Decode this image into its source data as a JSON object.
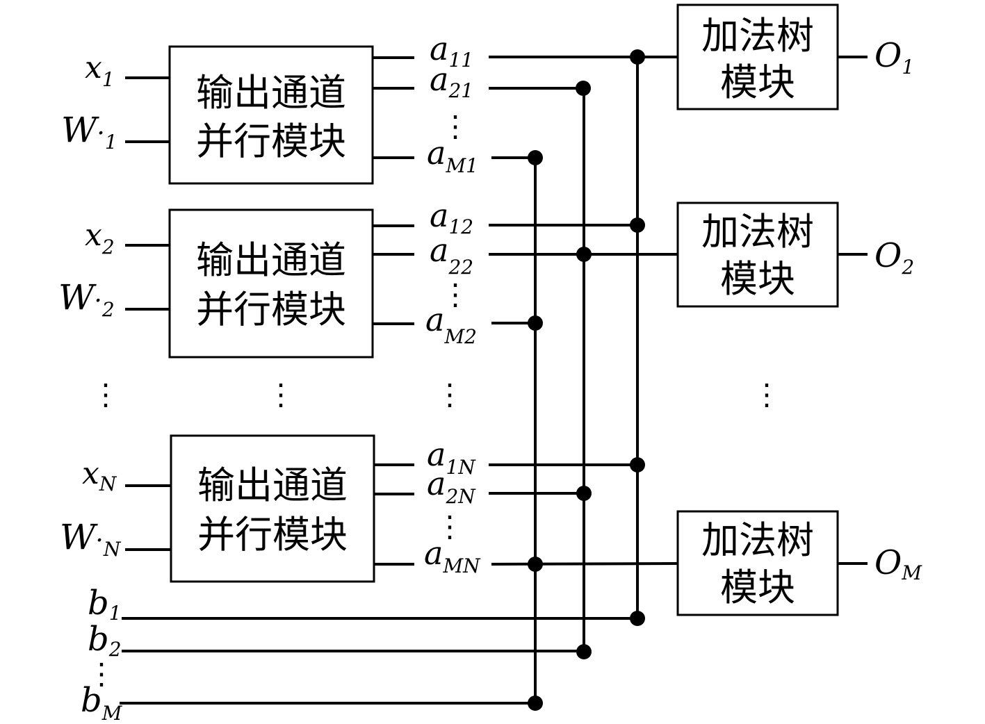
{
  "parallel_module": {
    "line1": "输出通道",
    "line2": "并行模块"
  },
  "adder_module": {
    "line1": "加法树",
    "line2": "模块"
  },
  "inputs": [
    {
      "x": "x",
      "x_sub": "1",
      "w": "W",
      "w_dot": "·",
      "w_sub": "1"
    },
    {
      "x": "x",
      "x_sub": "2",
      "w": "W",
      "w_dot": "·",
      "w_sub": "2"
    },
    {
      "x": "x",
      "x_sub": "N",
      "w": "W",
      "w_dot": "·",
      "w_sub": "N"
    }
  ],
  "outputs_a": [
    [
      {
        "base": "a",
        "sub": "11"
      },
      {
        "base": "a",
        "sub": "21"
      },
      {
        "base": "a",
        "sub": "M1"
      }
    ],
    [
      {
        "base": "a",
        "sub": "12"
      },
      {
        "base": "a",
        "sub": "22"
      },
      {
        "base": "a",
        "sub": "M2"
      }
    ],
    [
      {
        "base": "a",
        "sub": "1N"
      },
      {
        "base": "a",
        "sub": "2N"
      },
      {
        "base": "a",
        "sub": "MN"
      }
    ]
  ],
  "biases": [
    {
      "base": "b",
      "sub": "1"
    },
    {
      "base": "b",
      "sub": "2"
    },
    {
      "base": "b",
      "sub": "M"
    }
  ],
  "results": [
    {
      "base": "O",
      "sub": "1"
    },
    {
      "base": "O",
      "sub": "2"
    },
    {
      "base": "O",
      "sub": "M"
    }
  ],
  "ellipsis": "⋮"
}
